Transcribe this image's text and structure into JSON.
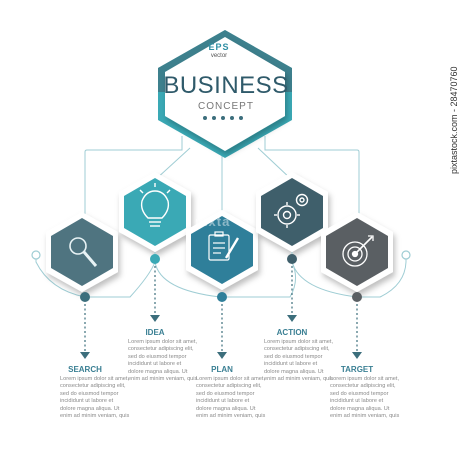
{
  "header": {
    "eps": "EPS",
    "vector": "vector",
    "title": "BUSINESS",
    "subtitle": "CONCEPT"
  },
  "steps": [
    {
      "label": "SEARCH",
      "icon": "magnifier-icon",
      "text": "Lorem ipsum dolor sit amet, consectetur adipiscing elit, sed do eiusmod tempor incididunt ut labore et dolore magna aliqua. Ut enim ad minim veniam, quis"
    },
    {
      "label": "IDEA",
      "icon": "lightbulb-icon",
      "text": "Lorem ipsum dolor sit amet, consectetur adipiscing elit, sed do eiusmod tempor incididunt ut labore et dolore magna aliqua. Ut enim ad minim veniam, quis"
    },
    {
      "label": "PLAN",
      "icon": "clipboard-pencil-icon",
      "text": "Lorem ipsum dolor sit amet, consectetur adipiscing elit, sed do eiusmod tempor incididunt ut labore et dolore magna aliqua. Ut enim ad minim veniam, quis"
    },
    {
      "label": "ACTION",
      "icon": "gears-icon",
      "text": "Lorem ipsum dolor sit amet, consectetur adipiscing elit, sed do eiusmod tempor incididunt ut labore et dolore magna aliqua. Ut enim ad minim veniam, quis"
    },
    {
      "label": "TARGET",
      "icon": "target-arrow-icon",
      "text": "Lorem ipsum dolor sit amet, consectetur adipiscing elit, sed do eiusmod tempor incididunt ut labore et dolore magna aliqua. Ut enim ad minim veniam, quis"
    }
  ],
  "colors": {
    "teal": "#3aa9b5",
    "dark_slate": "#3f5f6b",
    "mid_slate": "#4f7480",
    "line": "#9fcdd4",
    "dot": "#3c6e7c"
  },
  "watermark": "pixta",
  "side_text": "pixtastock.com - 28470760"
}
